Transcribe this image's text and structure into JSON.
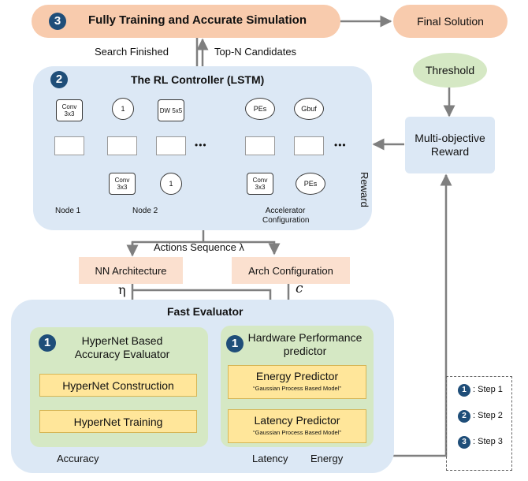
{
  "top": {
    "step_num": "3",
    "title": "Fully Training  and Accurate Simulation",
    "final": "Final Solution",
    "search_finished": "Search Finished",
    "top_n": "Top-N Candidates"
  },
  "controller": {
    "step_num": "2",
    "title": "The RL Controller (LSTM)",
    "tokens": {
      "conv_a": "Conv 3x3",
      "one_a": "1",
      "dw": "DW 5x5",
      "conv_b": "Conv 3x3",
      "one_b": "1",
      "pes_a": "PEs",
      "gbuf": "Gbuf",
      "conv_c": "Conv 3x3",
      "pes_b": "PEs"
    },
    "ellipsis": "•••",
    "node1": "Node 1",
    "node2": "Node 2",
    "accel": "Accelerator Configuration"
  },
  "right": {
    "threshold": "Threshold",
    "reward_box": "Multi-objective Reward",
    "reward": "Reward"
  },
  "actions": {
    "label": "Actions Sequence λ",
    "nn": "NN Architecture",
    "arch": "Arch Configuration",
    "eta": "η",
    "c": "c"
  },
  "evaluator": {
    "title": "Fast Evaluator",
    "left": {
      "step_num": "1",
      "title": "HyperNet Based Accuracy Evaluator",
      "construct": "HyperNet Construction",
      "train": "HyperNet Training"
    },
    "right": {
      "step_num": "1",
      "title": "Hardware Performance predictor",
      "energy": "Energy Predictor",
      "energy_sub": "“Gaussian Process Based Model”",
      "latency": "Latency Predictor",
      "latency_sub": "“Gaussian Process Based Model”"
    },
    "accuracy": "Accuracy",
    "latency_out": "Latency",
    "energy_out": "Energy"
  },
  "legend": {
    "items": [
      {
        "num": "1",
        "label": ": Step 1"
      },
      {
        "num": "2",
        "label": ": Step 2"
      },
      {
        "num": "3",
        "label": ": Step 3"
      }
    ]
  }
}
